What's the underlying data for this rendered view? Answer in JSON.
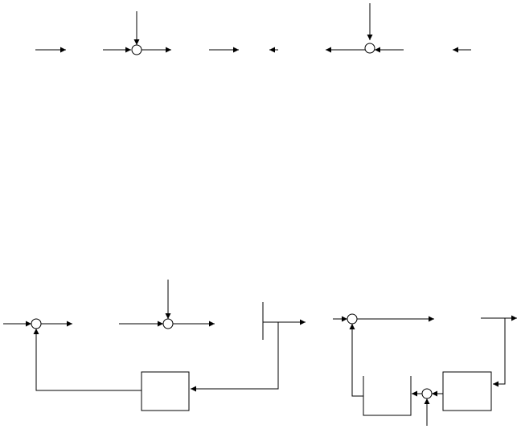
{
  "diagram": {
    "line_color": "#000000",
    "background": "#ffffff",
    "panels": [
      {
        "name": "top-left-summing-chain",
        "summing_junctions": 1,
        "blocks": 0
      },
      {
        "name": "top-right-summing-chain",
        "summing_junctions": 1,
        "blocks": 0
      },
      {
        "name": "bottom-left-feedback-loop",
        "summing_junctions": 2,
        "blocks": 1
      },
      {
        "name": "bottom-right-feedback-loop",
        "summing_junctions": 2,
        "blocks": 2
      }
    ]
  }
}
